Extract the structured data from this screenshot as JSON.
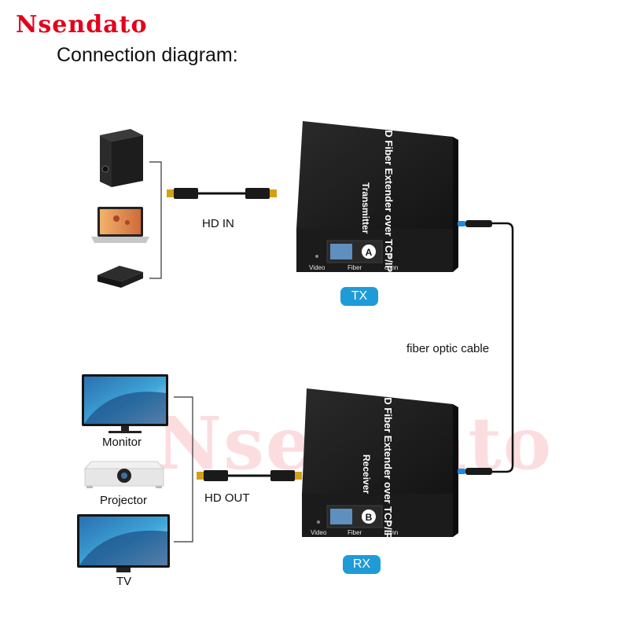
{
  "brand": {
    "logo": "Nsendato",
    "watermark": "Nsendato"
  },
  "heading": "Connection diagram:",
  "labels": {
    "hd_in": "HD IN",
    "hd_out": "HD OUT",
    "fiber_cable": "fiber optic cable",
    "tx_badge": "TX",
    "rx_badge": "RX"
  },
  "sources": [
    "",
    "",
    ""
  ],
  "displays": [
    "Monitor",
    "Projector",
    "TV"
  ],
  "transmitter": {
    "lid_title": "HD Fiber Extender over TCP/IP",
    "lid_subtitle": "Transmitter",
    "port_letter": "A",
    "ports": [
      "Video",
      "Fiber",
      "conn"
    ]
  },
  "receiver": {
    "lid_title": "HD Fiber Extender over TCP/IP",
    "lid_subtitle": "Receiver",
    "port_letter": "B",
    "ports": [
      "Video",
      "Fiber",
      "conn"
    ]
  },
  "colors": {
    "brand_red": "#e3001b",
    "badge_blue": "#1f9bd7",
    "device_body": "#1b1b1b",
    "fiber_blue": "#1e88e5"
  },
  "icons": [
    "pc-tower-icon",
    "laptop-icon",
    "set-top-box-icon",
    "monitor-icon",
    "projector-icon",
    "tv-icon",
    "hdmi-cable-icon"
  ]
}
